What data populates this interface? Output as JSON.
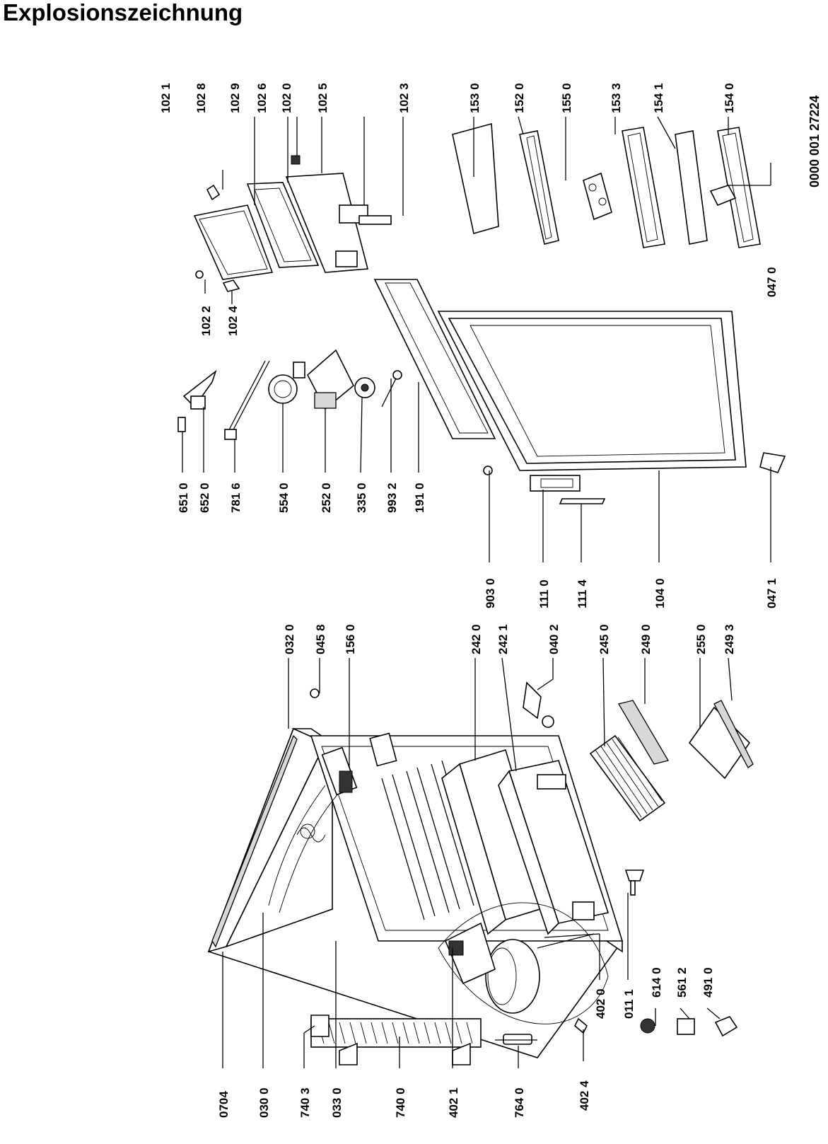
{
  "title": "Explosionszeichnung",
  "document_code": "0000 001 27224",
  "labels": {
    "l0704": "0704",
    "l0300": "030 0",
    "l7403": "740 3",
    "l0330": "033 0",
    "l7400": "740 0",
    "l4021": "402 1",
    "l7640": "764 0",
    "l4024": "402 4",
    "l4020": "402 0",
    "l0111": "011 1",
    "l6140": "614 0",
    "l5612": "561 2",
    "l4910": "491 0",
    "l0320": "032 0",
    "l0458": "045 8",
    "l1560": "156 0",
    "l2420": "242 0",
    "l2421": "242 1",
    "l0402": "040 2",
    "l2450": "245 0",
    "l2490": "249 0",
    "l2550": "255 0",
    "l2493": "249 3",
    "l9030": "903 0",
    "l1110": "111 0",
    "l1114": "111 4",
    "l1040": "104 0",
    "l0471": "047 1",
    "l6510": "651 0",
    "l6520": "652 0",
    "l7816": "781 6",
    "l5540": "554 0",
    "l2520": "252 0",
    "l3350": "335 0",
    "l9932": "993 2",
    "l1910": "191 0",
    "l1022": "102 2",
    "l1024": "102 4",
    "l1021": "102 1",
    "l1028": "102 8",
    "l1029": "102 9",
    "l1026": "102 6",
    "l1020": "102 0",
    "l1025": "102 5",
    "l1023": "102 3",
    "l1530": "153 0",
    "l1520": "152 0",
    "l1550": "155 0",
    "l1533": "153 3",
    "l1541": "154 1",
    "l1540": "154 0",
    "l0470": "047 0"
  }
}
